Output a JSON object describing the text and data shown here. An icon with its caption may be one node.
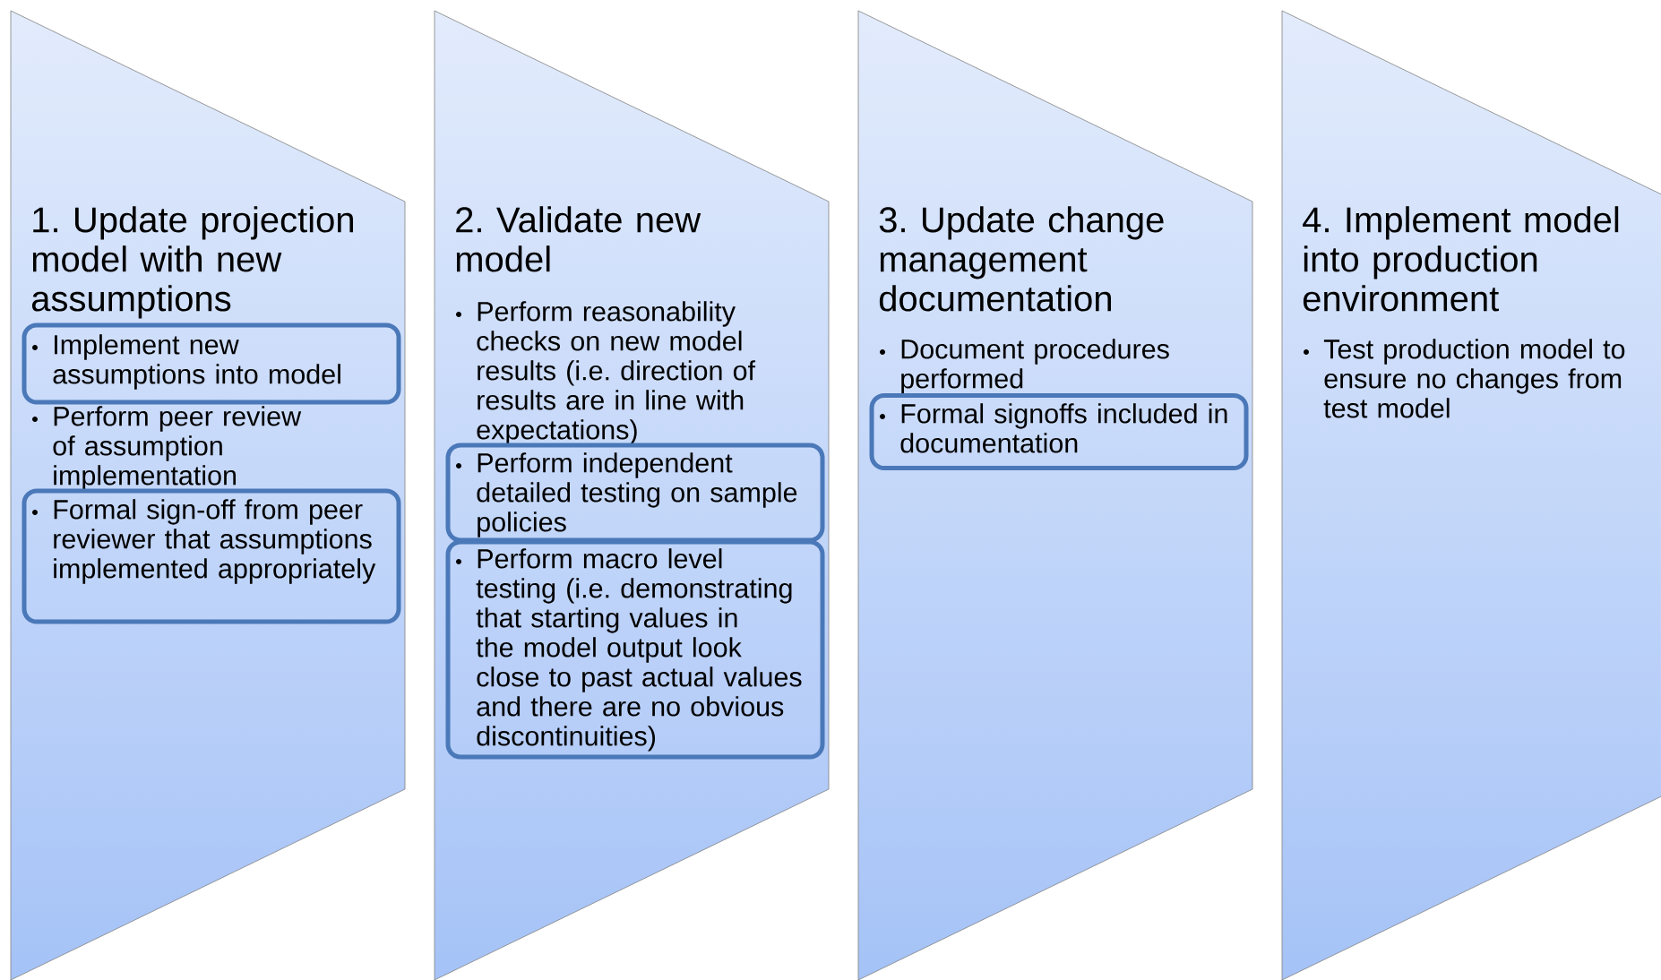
{
  "diagram": {
    "nodes": [
      {
        "text": [
          "1. Update projection model with new assumptions",
          "Perform peer review of assumption implementation"
        ]
      },
      {
        "text": [
          "Implement new assumptions into model"
        ],
        "in": 0
      },
      {
        "text": [
          "Formal sign-off from peer reviewer that assumptions implemented appropriately"
        ],
        "in": 0
      },
      {
        "text": [
          "2. Validate new model",
          "Perform reasonability checks on new model results (i.e. direction of results are in line with expectations)"
        ]
      },
      {
        "text": [
          "Perform independent detailed testing on sample policies"
        ],
        "in": 3
      },
      {
        "text": [
          "Perform macro level testing (i.e. demonstrating that starting values in the model output look close to past actual values and there are no obvious discontinuities)"
        ],
        "in": 3
      },
      {
        "text": [
          "3. Update change management documentation",
          "Document procedures performed"
        ]
      },
      {
        "text": [
          "Formal signoffs included in documentation"
        ],
        "in": 6
      },
      {
        "text": [
          "4. Implement model into production environment",
          "Test production model to ensure no changes from test model"
        ]
      }
    ],
    "edges": []
  }
}
